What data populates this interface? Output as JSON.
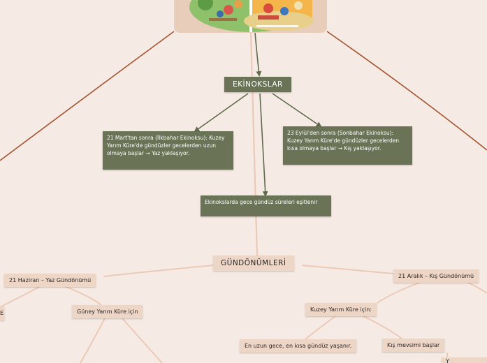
{
  "image_panel": {
    "description_icon": "cartoon-seasons-picture"
  },
  "nodes": {
    "ekinokslar": "EKİNOKSLAR",
    "ilkbahar": "21 Mart'tan sonra (İlkbahar Ekinoksu): Kuzey Yarım Küre'de gündüzler gecelerden uzun olmaya başlar → Yaz yaklaşıyor.",
    "sonbahar": "23 Eylül'den sonra (Sonbahar Ekinoksu): Kuzey Yarım Küre'de gündüzler gecelerden kısa olmaya başlar → Kış yaklaşıyor.",
    "esit": "Ekinokslarda gece gündüz süreleri eşitlenir",
    "gundonumleri": "GÜNDÖNÜMLERİ",
    "haziran": "21 Haziran – Yaz Gündönümü",
    "guney": "Güney Yarım Küre için",
    "aralik": "21 Aralık – Kış Gündönümü",
    "kuzey": "Kuzey Yarım Küre için:",
    "uzun_gece": "En uzun gece, en kısa gündüz yaşanır.",
    "kis": "Kış mevsimi başlar",
    "edge_left": "E",
    "edge_right": "Y"
  },
  "colors": {
    "background": "#f6ebe4",
    "dark_node": "#6a7356",
    "light_node": "#eed6c7",
    "rust_line": "#a4532f",
    "green_line": "#5f6a4c",
    "peach_line": "#ecc9b6"
  }
}
